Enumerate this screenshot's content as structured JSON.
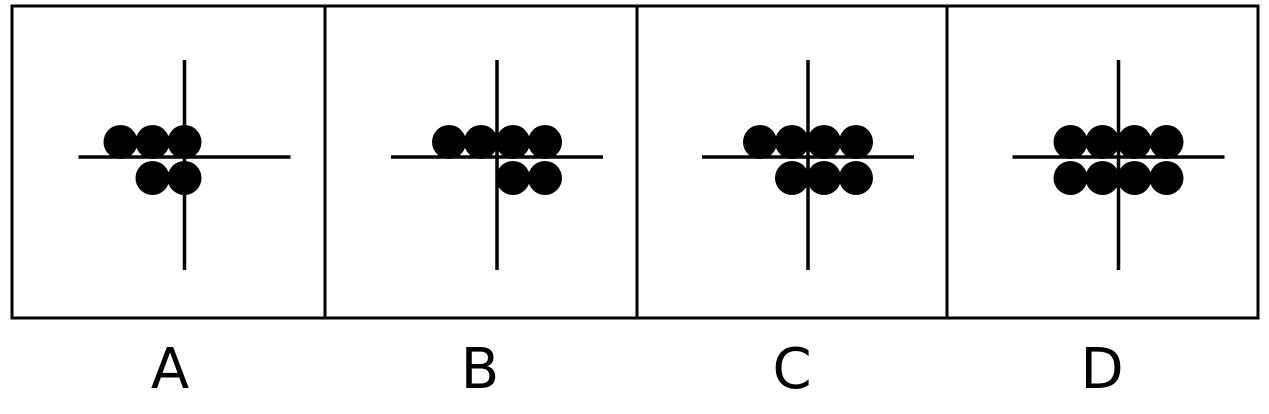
{
  "options": [
    {
      "label": "A",
      "dots_above_line": 3,
      "dots_below_line": 2
    },
    {
      "label": "B",
      "dots_above_line": 4,
      "dots_below_line": 2
    },
    {
      "label": "C",
      "dots_above_line": 4,
      "dots_below_line": 3
    },
    {
      "label": "D",
      "dots_above_line": 4,
      "dots_below_line": 4
    }
  ],
  "colors": {
    "stroke": "#000000",
    "fill": "#000000",
    "background": "#ffffff"
  }
}
